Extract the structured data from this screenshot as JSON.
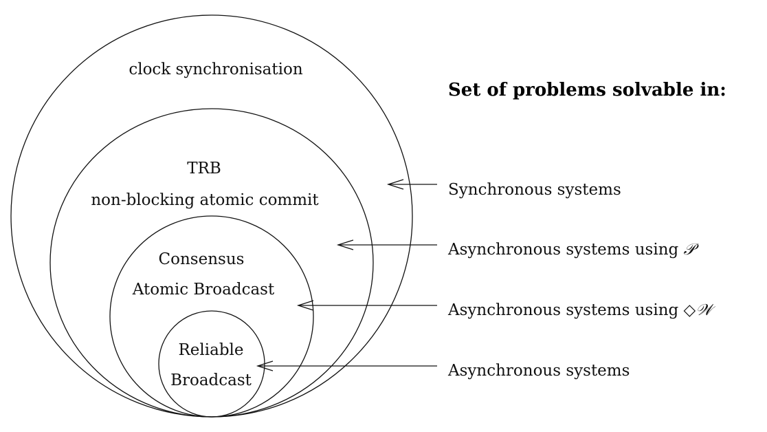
{
  "title": "Set of problems solvable in:",
  "regions": {
    "outer": [
      "clock synchronisation"
    ],
    "second": [
      "TRB",
      "non-blocking atomic commit"
    ],
    "third": [
      "Consensus",
      "Atomic Broadcast"
    ],
    "inner": [
      "Reliable",
      "Broadcast"
    ]
  },
  "systems": [
    {
      "text": "Synchronous systems",
      "symbol": ""
    },
    {
      "text": "Asynchronous systems using",
      "symbol": "𝒫"
    },
    {
      "text": "Asynchronous systems using",
      "symbol": "◇𝒲"
    },
    {
      "text": "Asynchronous systems",
      "symbol": ""
    }
  ]
}
